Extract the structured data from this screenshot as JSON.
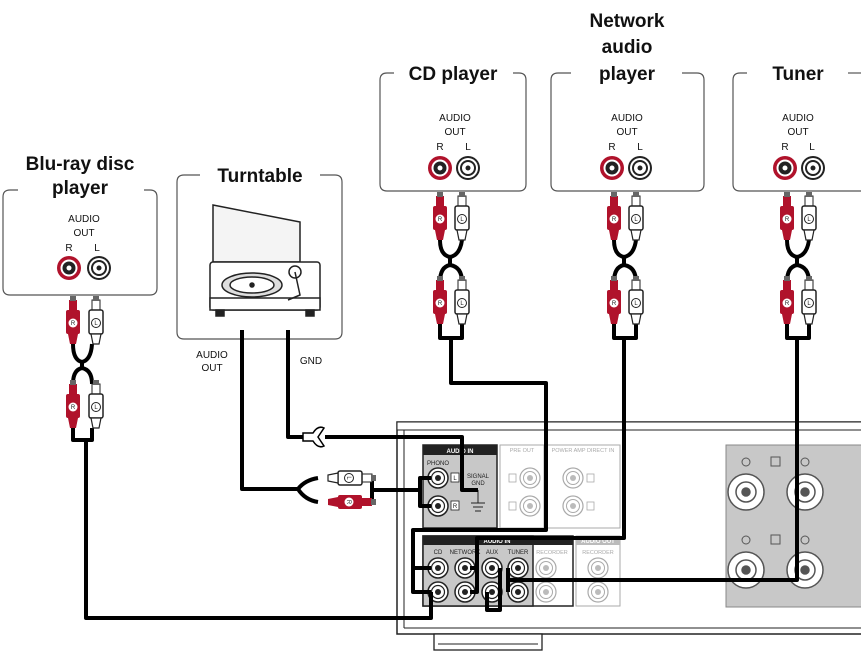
{
  "devices": {
    "bluray": {
      "title_line1": "Blu-ray disc",
      "title_line2": "player",
      "audio": "AUDIO",
      "out": "OUT",
      "r": "R",
      "l": "L"
    },
    "turntable": {
      "title": "Turntable",
      "audio_out_line1": "AUDIO",
      "audio_out_line2": "OUT",
      "gnd": "GND"
    },
    "cd": {
      "title": "CD player",
      "audio": "AUDIO",
      "out": "OUT",
      "r": "R",
      "l": "L"
    },
    "network": {
      "title_line1": "Network",
      "title_line2": "audio",
      "title_line3": "player",
      "audio": "AUDIO",
      "out": "OUT",
      "r": "R",
      "l": "L"
    },
    "tuner": {
      "title": "Tuner",
      "audio": "AUDIO",
      "out": "OUT",
      "r": "R",
      "l": "L"
    }
  },
  "plug_labels": {
    "r": "R",
    "l": "L"
  },
  "amplifier": {
    "audio_in_phono_header": "AUDIO IN",
    "phono": "PHONO",
    "signal_gnd_line1": "SIGNAL",
    "signal_gnd_line2": "GND",
    "pre_out": "PRE OUT",
    "power_amp_direct_in": "POWER AMP DIRECT IN",
    "audio_in_header": "AUDIO IN",
    "audio_out_header": "AUDIO OUT",
    "inputs": [
      "CD",
      "NETWORK",
      "AUX",
      "TUNER",
      "RECORDER"
    ],
    "recorder_out": "RECORDER",
    "jack_l": "L",
    "jack_r": "R"
  },
  "colors": {
    "red": "#b0122b",
    "black": "#000000",
    "panel_gray": "#c8c8c8",
    "outline": "#555555"
  }
}
